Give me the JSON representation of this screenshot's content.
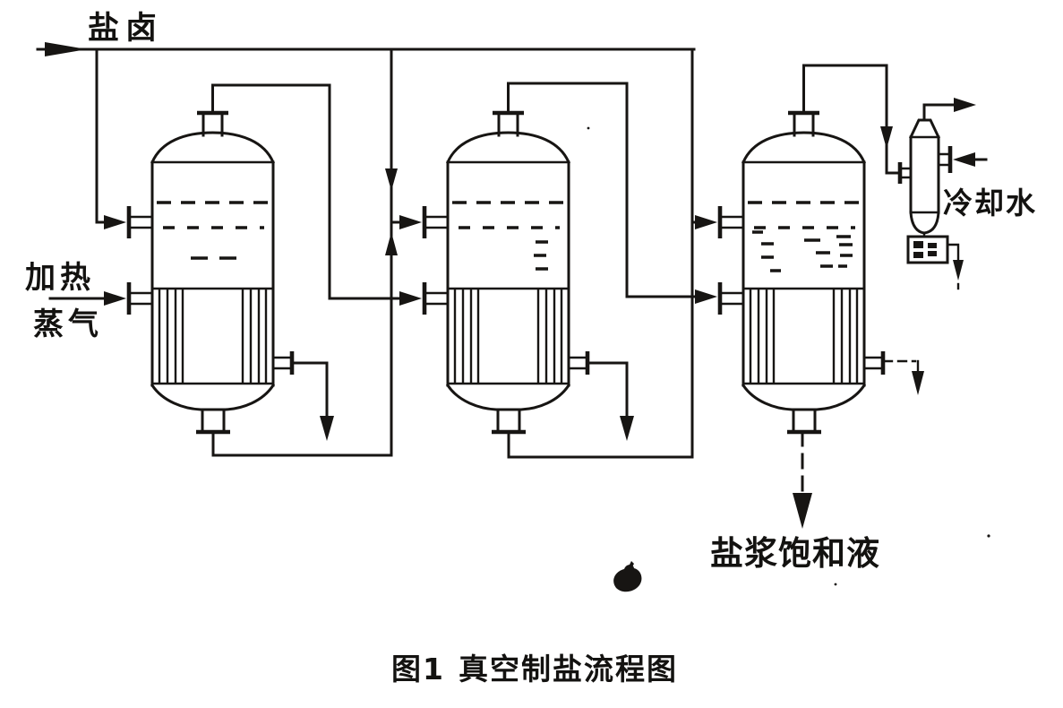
{
  "page": {
    "background": "#ffffff",
    "ink": "#171513",
    "description_type": "scanned process flow diagram"
  },
  "diagram": {
    "labels": {
      "brine": "盐卤",
      "heating_steam_line1": "加热",
      "heating_steam_line2": "蒸气",
      "cooling_water": "冷却水",
      "product": "盐浆饱和液"
    },
    "caption": {
      "figure_no": "图1",
      "title": "真空制盐流程图"
    },
    "equipment_icons": [
      "evaporator-effect-1",
      "evaporator-effect-2",
      "evaporator-effect-3",
      "barometric-condenser",
      "seal-pot"
    ]
  }
}
